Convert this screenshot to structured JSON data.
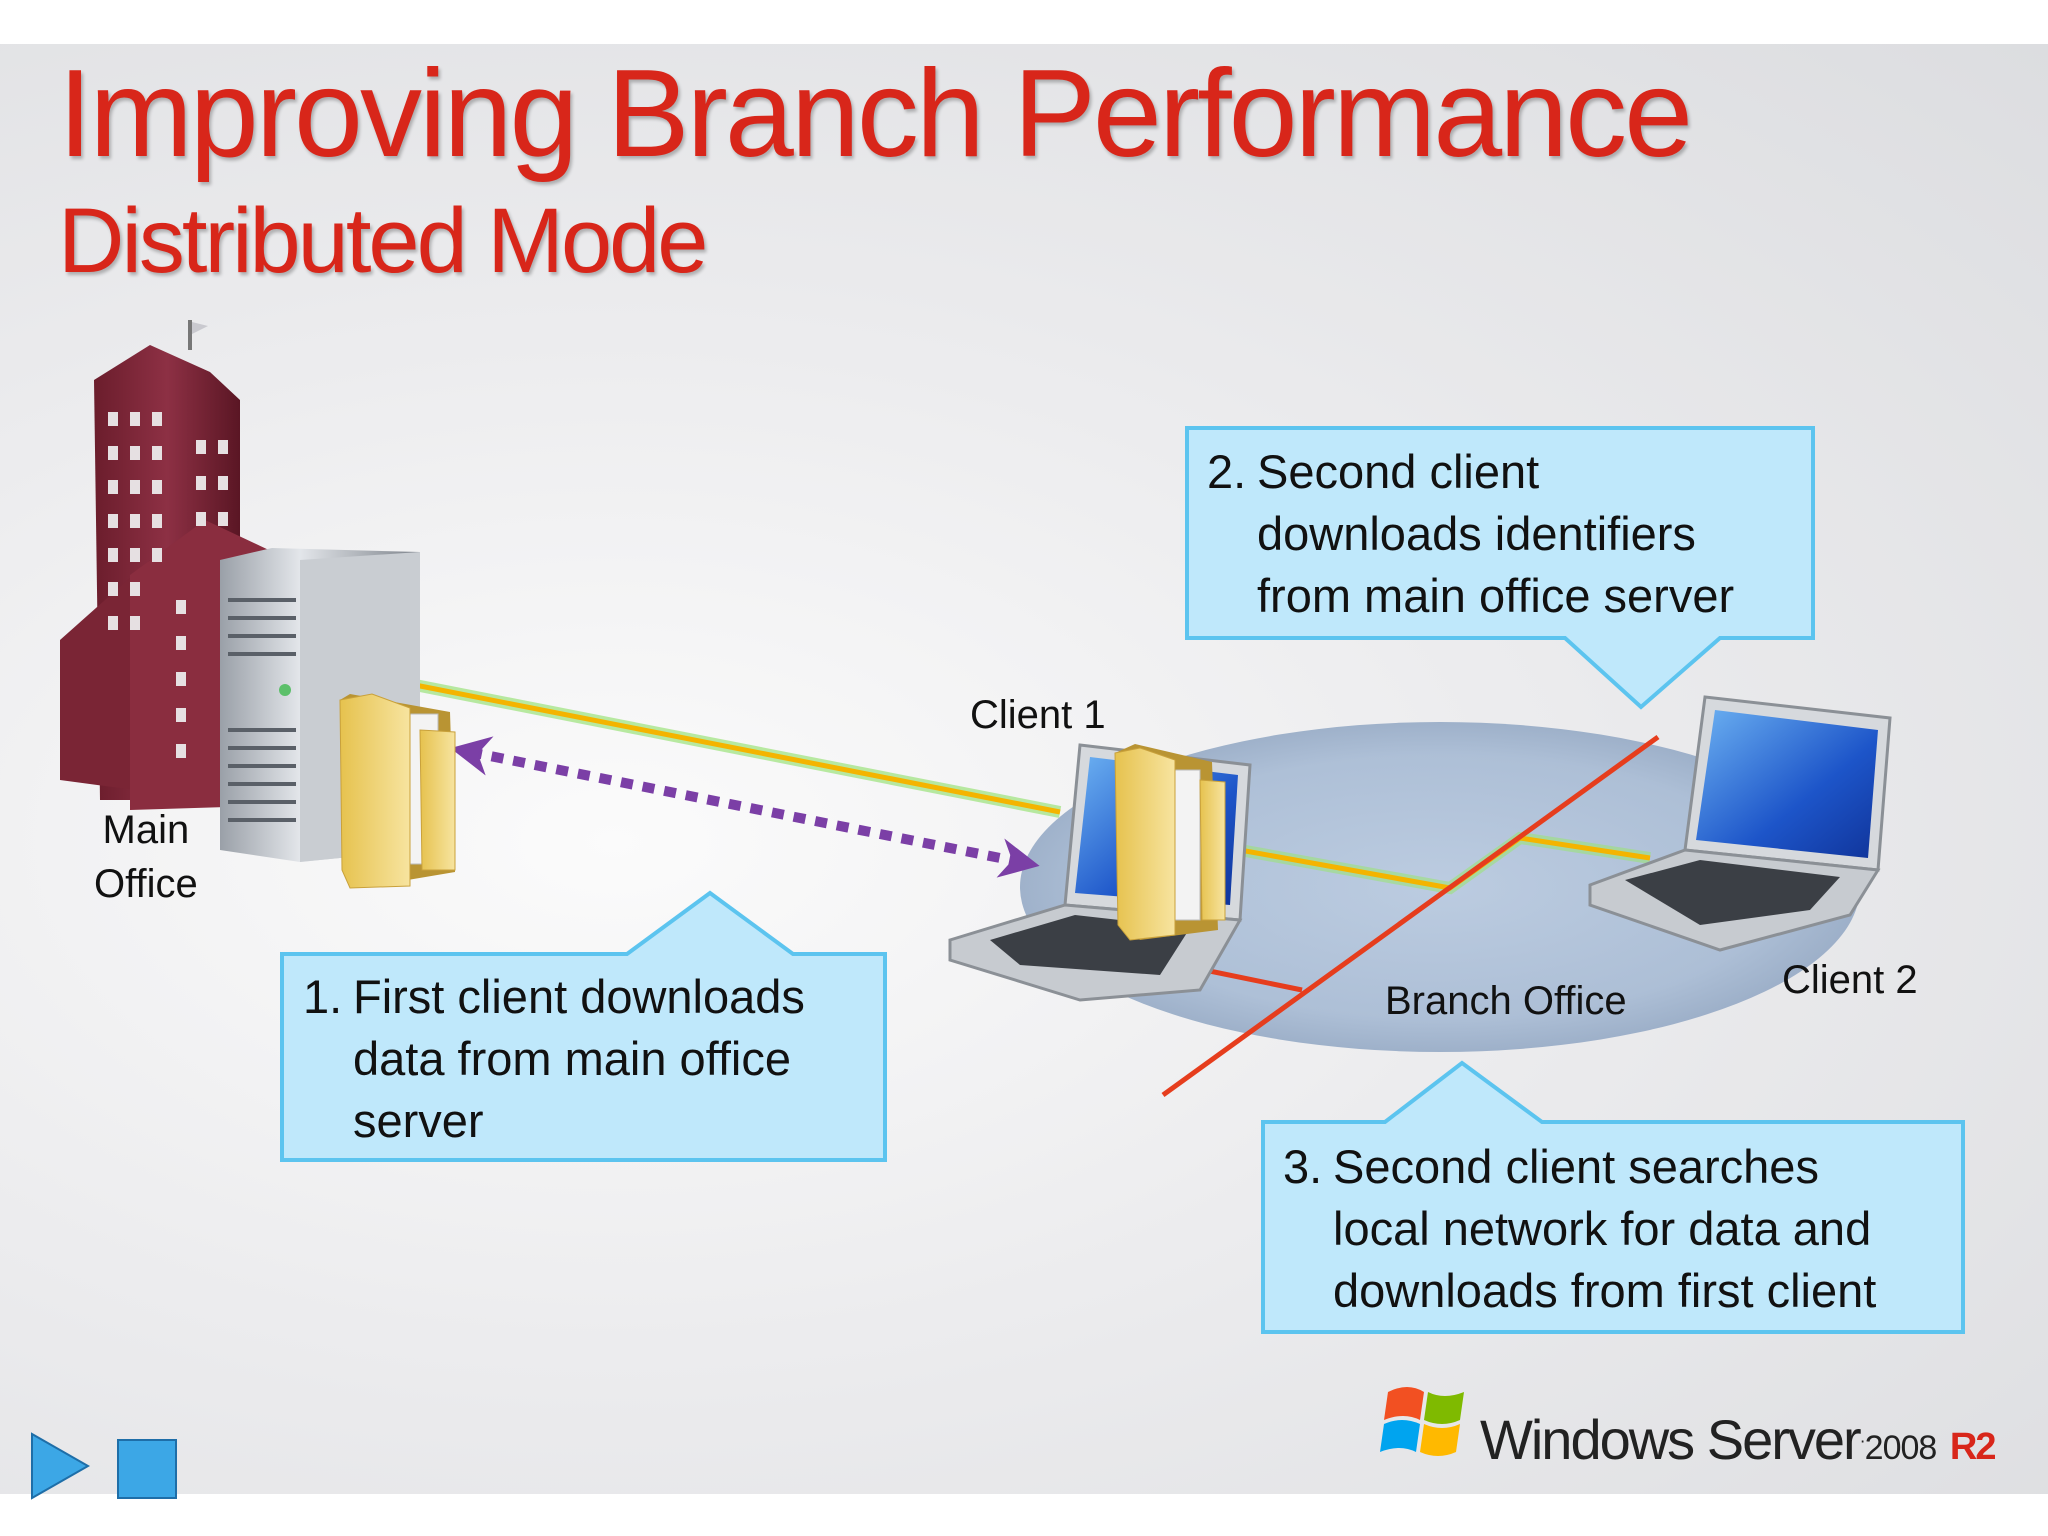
{
  "slide": {
    "title": "Improving Branch Performance",
    "subtitle": "Distributed Mode"
  },
  "labels": {
    "main_office_line1": "Main",
    "main_office_line2": "Office",
    "client1": "Client 1",
    "client2": "Client 2",
    "branch_office": "Branch Office"
  },
  "callouts": [
    {
      "number": "1.",
      "lines": [
        "First client downloads",
        "data from main office",
        "server"
      ]
    },
    {
      "number": "2.",
      "lines": [
        "Second client",
        "downloads identifiers",
        "from main office server"
      ]
    },
    {
      "number": "3.",
      "lines": [
        "Second client searches",
        "local network for data and",
        "downloads from first client"
      ]
    }
  ],
  "logo": {
    "brand": "Windows Server",
    "version": "2008",
    "edition": "R2"
  },
  "icons": {
    "nav_play": "play-icon",
    "nav_stop": "stop-icon",
    "flag": "windows-flag-icon"
  },
  "colors": {
    "title": "#d8261a",
    "callout_fill": "#bfe8fb",
    "callout_border": "#5cc4ef",
    "wan_link": "#f4b400",
    "lan_line": "#e63d1d",
    "arrow": "#7b3fa6"
  }
}
